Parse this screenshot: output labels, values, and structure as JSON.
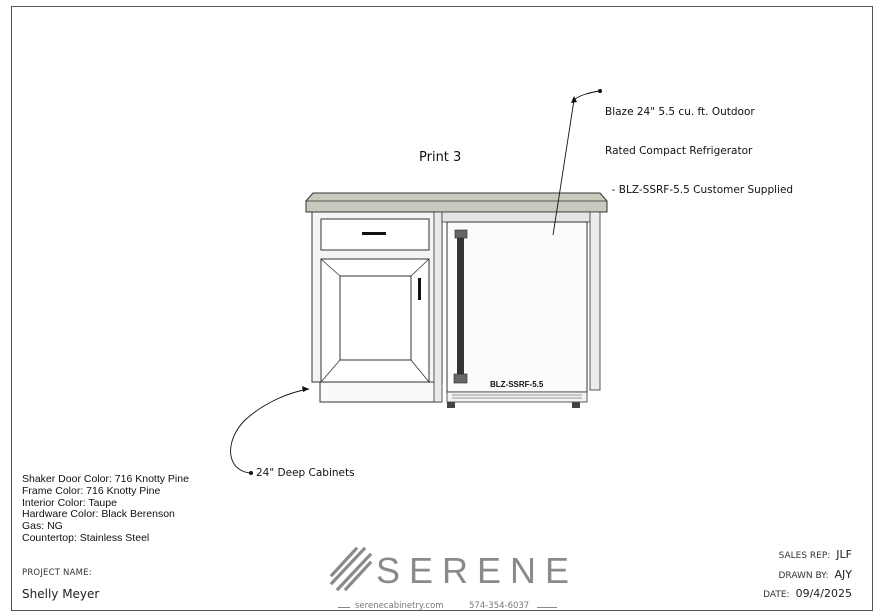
{
  "drawing": {
    "title": "Print 3",
    "fridge_model_label": "BLZ-SSRF-5.5",
    "callout_top": [
      "Blaze 24\" 5.5 cu. ft. Outdoor",
      "Rated Compact Refrigerator",
      "  - BLZ-SSRF-5.5 Customer Supplied"
    ],
    "callout_bottom": "24\" Deep Cabinets"
  },
  "specs": [
    "Shaker Door Color: 716 Knotty Pine",
    "Frame Color: 716 Knotty Pine",
    "Interior Color: Taupe",
    "Hardware Color: Black Berenson",
    "Gas: NG",
    "Countertop: Stainless Steel"
  ],
  "project": {
    "label": "PROJECT NAME:",
    "name": "Shelly Meyer"
  },
  "brand": {
    "name": "SERENE",
    "website": "serenecabinetry.com",
    "phone": "574-354-6037"
  },
  "meta": {
    "sales_rep_label": "SALES REP:",
    "sales_rep": "JLF",
    "drawn_by_label": "DRAWN BY:",
    "drawn_by": "AJY",
    "date_label": "DATE:",
    "date": "09/4/2025"
  }
}
